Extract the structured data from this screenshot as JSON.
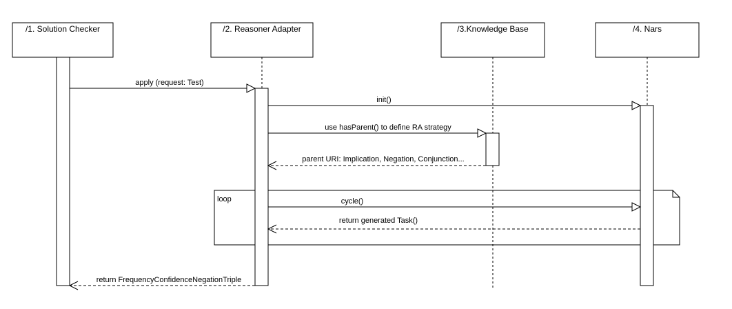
{
  "lifelines": [
    {
      "id": "solution_checker",
      "label": "/1. Solution Checker"
    },
    {
      "id": "reasoner_adapter",
      "label": "/2. Reasoner Adapter"
    },
    {
      "id": "knowledge_base",
      "label": "/3.Knowledge Base"
    },
    {
      "id": "nars",
      "label": "/4. Nars"
    }
  ],
  "messages": [
    {
      "label": "apply (request: Test)",
      "kind": "call"
    },
    {
      "label": "init()",
      "kind": "call"
    },
    {
      "label": "use hasParent() to define RA strategy",
      "kind": "call"
    },
    {
      "label": "parent URI: Implication, Negation, Conjunction...",
      "kind": "return"
    },
    {
      "label": "cycle()",
      "kind": "call"
    },
    {
      "label": "return generated Task()",
      "kind": "return"
    },
    {
      "label": "return FrequencyConfidenceNegationTriple",
      "kind": "return"
    }
  ],
  "fragment": {
    "label": "loop"
  }
}
